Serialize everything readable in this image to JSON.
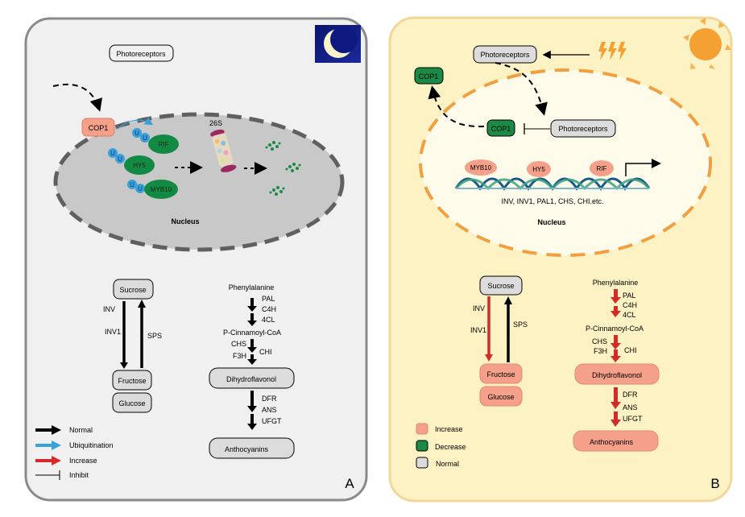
{
  "panel_a": {
    "label": "A",
    "condition_icon": "moon-icon",
    "photoreceptors": "Photoreceptors",
    "cop1": "COP1",
    "ubiquitin": "U",
    "proteins": [
      "RIF",
      "HY5",
      "MYB10"
    ],
    "proteasome": "26S",
    "nucleus": "Nucleus",
    "sugar": {
      "sucrose": "Sucrose",
      "fructose": "Fructose",
      "glucose": "Glucose",
      "inv": "INV",
      "inv1": "INV1",
      "sps": "SPS"
    },
    "pathway": {
      "phenylalanine": "Phenylalanine",
      "pal": "PAL",
      "c4h": "C4H",
      "cl4": "4CL",
      "cinnamoyl": "P-Cinnamoyl-CoA",
      "chs": "CHS",
      "f3h": "F3H",
      "chi": "CHI",
      "dihydroflavonol": "Dihydroflavonol",
      "dfr": "DFR",
      "ans": "ANS",
      "ufgt": "UFGT",
      "anthocyanins": "Anthocyanins"
    },
    "legend": [
      {
        "label": "Normal",
        "color": "#000000"
      },
      {
        "label": "Ubiquitination",
        "color": "#3aa0d8"
      },
      {
        "label": "Increase",
        "color": "#d42a2a"
      },
      {
        "label": "Inhibit",
        "color": "#000000"
      }
    ]
  },
  "panel_b": {
    "label": "B",
    "condition_icon": "sun-icon",
    "photoreceptors_top": "Photoreceptors",
    "photoreceptors_nucleus": "Photoreceptors",
    "cop1_out": "COP1",
    "cop1_in": "COP1",
    "factors": [
      "MYB10",
      "HY5",
      "RIF"
    ],
    "genes": "INV, INV1, PAL1, CHS, CHI.etc.",
    "nucleus": "Nucleus",
    "sugar": {
      "sucrose": "Sucrose",
      "fructose": "Fructose",
      "glucose": "Glucose",
      "inv": "INV",
      "inv1": "INV1",
      "sps": "SPS"
    },
    "pathway": {
      "phenylalanine": "Phenylalanine",
      "pal": "PAL",
      "c4h": "C4H",
      "cl4": "4CL",
      "cinnamoyl": "P-Cinnamoyl-CoA",
      "chs": "CHS",
      "f3h": "F3H",
      "chi": "CHI",
      "dihydroflavonol": "Dihydroflavonol",
      "dfr": "DFR",
      "ans": "ANS",
      "ufgt": "UFGT",
      "anthocyanins": "Anthocyanins"
    },
    "legend": [
      {
        "label": "Increase",
        "color": "#f4a08a"
      },
      {
        "label": "Decrease",
        "color": "#1a8a45"
      },
      {
        "label": "Normal",
        "color": "#dcdcdc"
      }
    ]
  },
  "colors": {
    "panel_a_bg": "#f0f0f0",
    "panel_a_border": "#8a8a8a",
    "panel_b_bg": "#fdf2c4",
    "panel_b_border": "#f0d89a",
    "nucleus_a": "#c8c8c8",
    "nucleus_b": "#fffbea",
    "nucleus_b_border": "#f0a040",
    "increase": "#f4a08a",
    "decrease": "#1a8a45",
    "normal": "#dcdcdc",
    "red_arrow": "#d42a2a",
    "ubiquitin": "#3aa0d8",
    "sun": "#f5a033"
  }
}
